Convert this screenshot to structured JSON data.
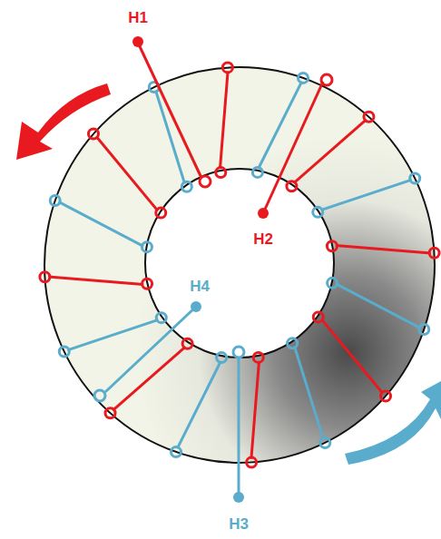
{
  "diagram": {
    "labels": [
      "H1",
      "H2",
      "H4",
      "H3"
    ]
  }
}
